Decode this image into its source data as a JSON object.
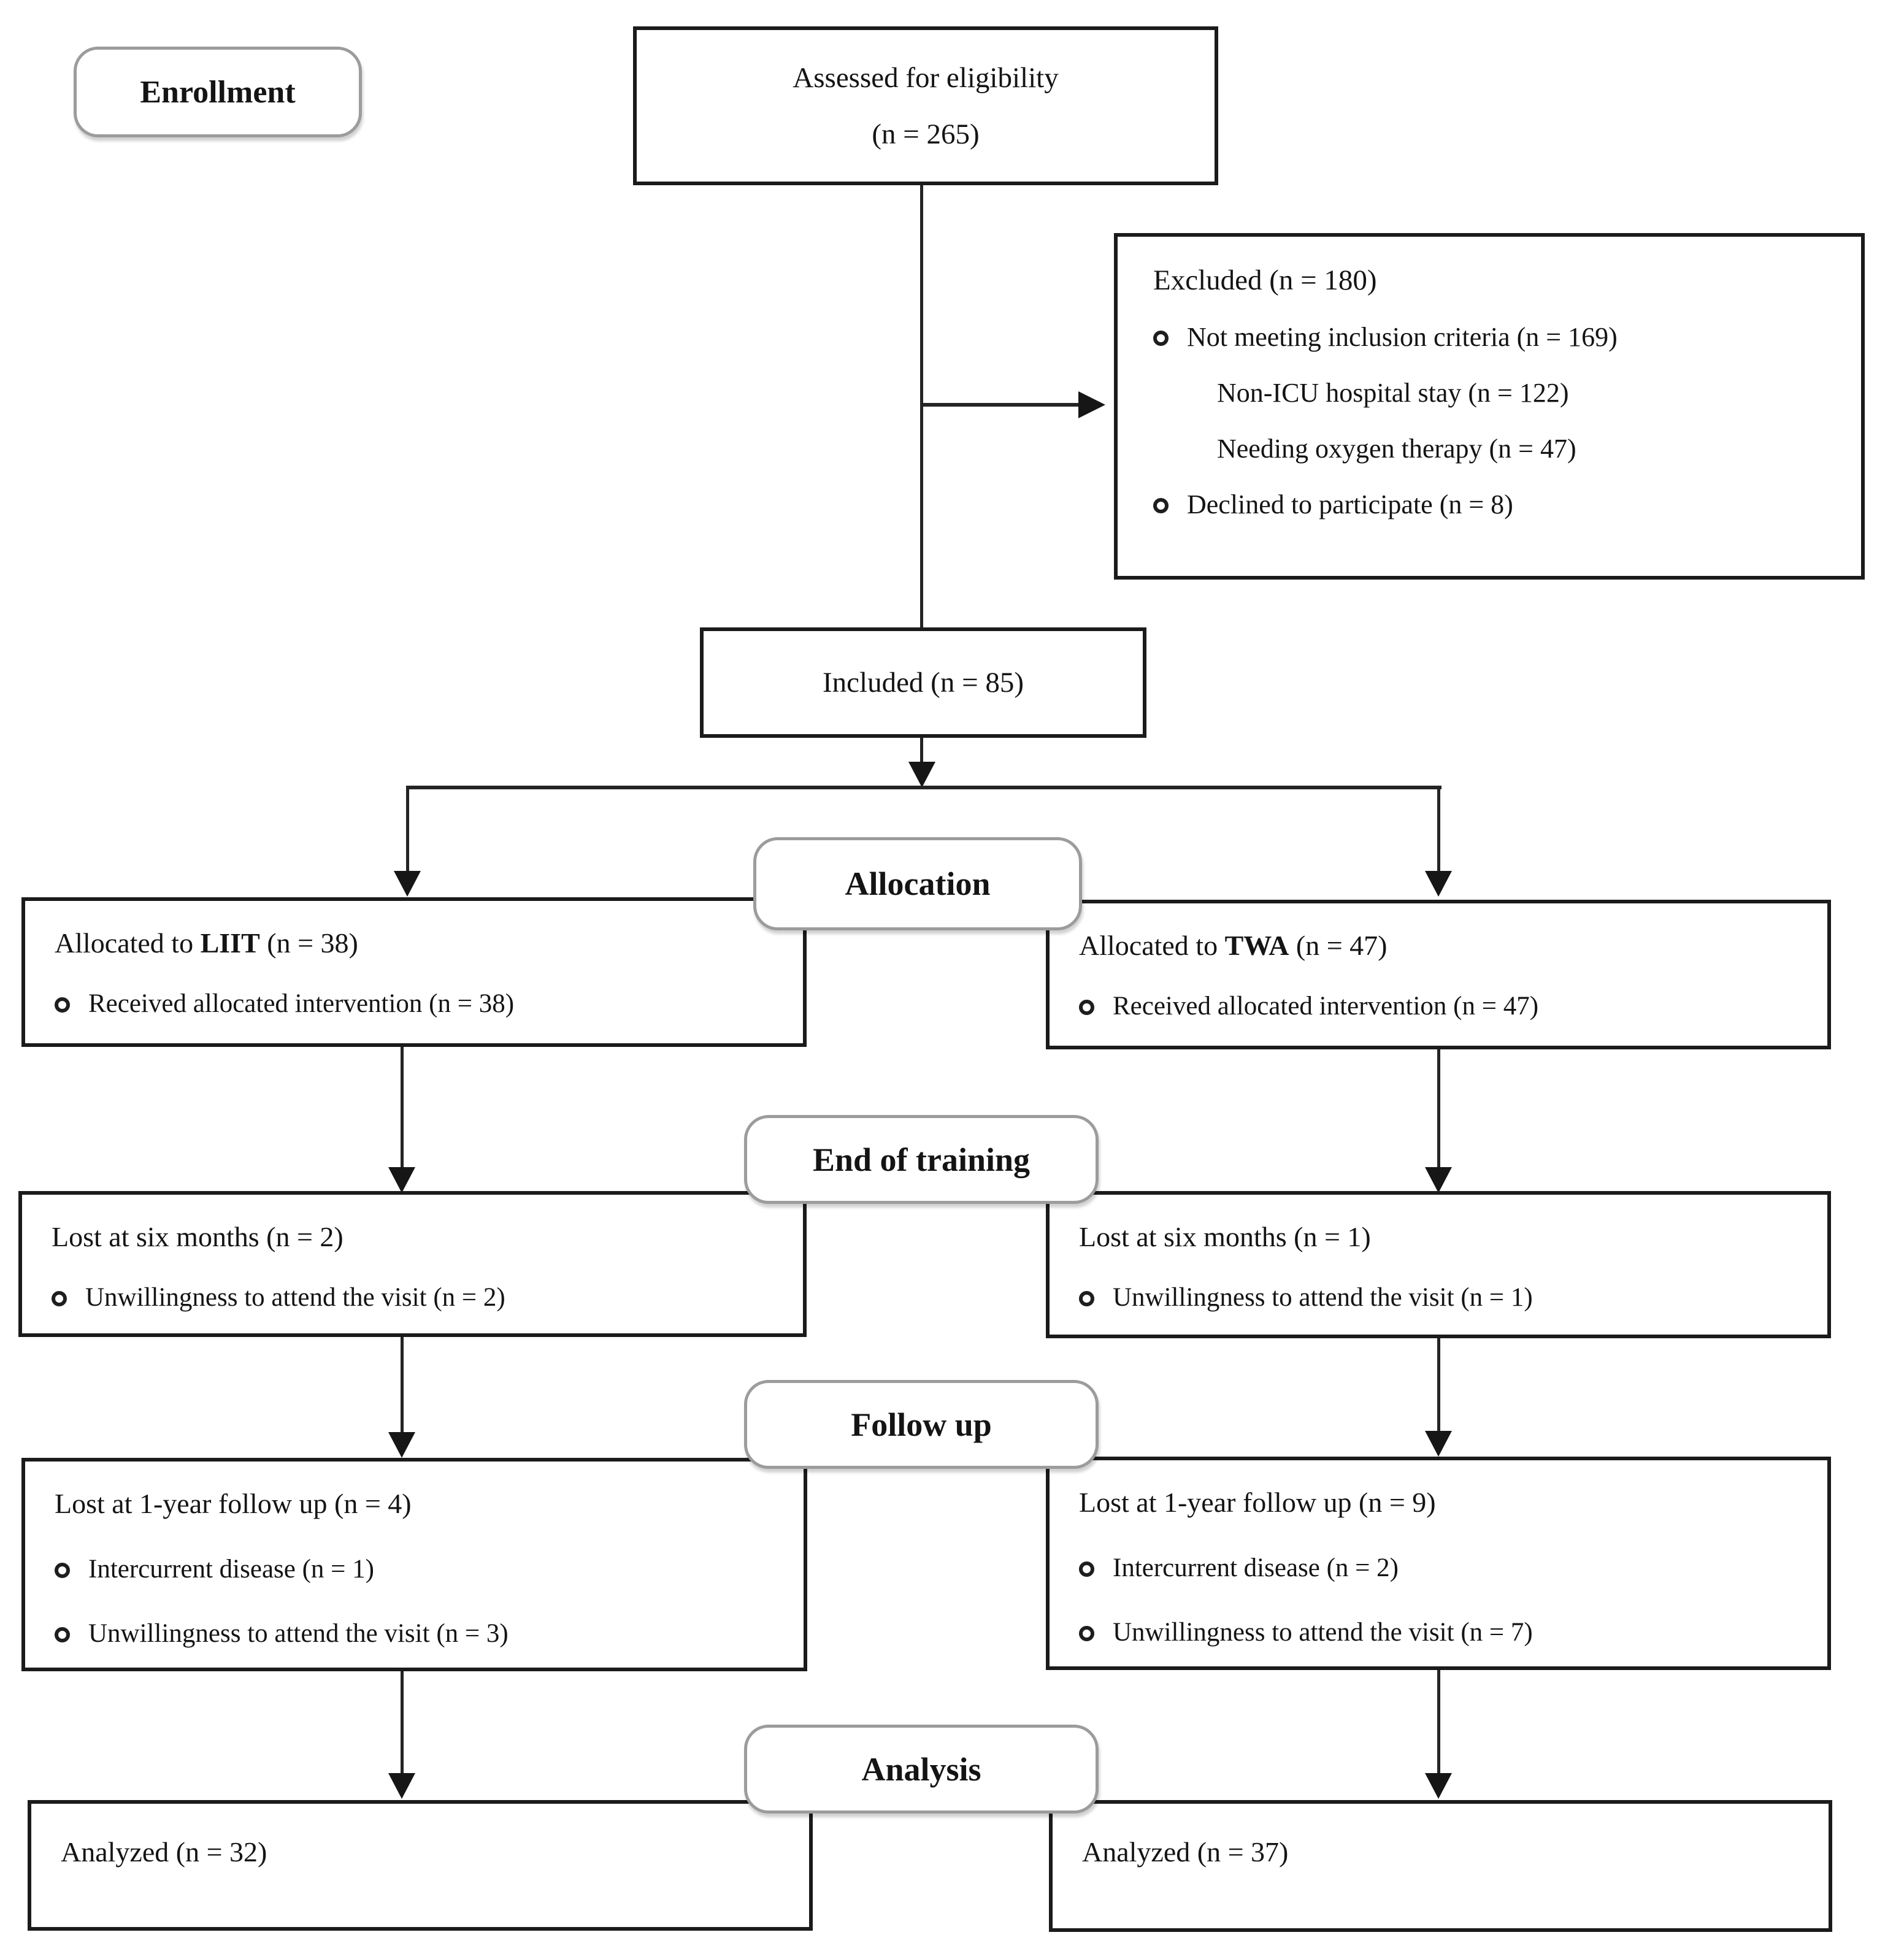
{
  "palette": {
    "background": "#ffffff",
    "box_border": "#1b1b1b",
    "pill_border": "#9c9c9c",
    "line": "#242424",
    "text": "#141414"
  },
  "figure": {
    "type": "consort-flow-diagram",
    "stages": {
      "enrollment": "Enrollment",
      "allocation": "Allocation",
      "end_of_training": "End of training",
      "follow_up": "Follow up",
      "analysis": "Analysis"
    },
    "assessed": {
      "line1": "Assessed for eligibility",
      "line2": "(n = 265)"
    },
    "excluded": {
      "title": "Excluded (n = 180)",
      "items": [
        {
          "bullet": true,
          "indent": 0,
          "text": "Not meeting inclusion criteria (n = 169)"
        },
        {
          "bullet": false,
          "indent": 1,
          "text": "Non-ICU hospital stay (n = 122)"
        },
        {
          "bullet": false,
          "indent": 1,
          "text": "Needing oxygen therapy (n = 47)"
        },
        {
          "bullet": true,
          "indent": 0,
          "text": "Declined to participate (n = 8)"
        }
      ]
    },
    "included": "Included (n = 85)",
    "left": {
      "allocated": {
        "prefix": "Allocated to ",
        "group": "LIIT",
        "suffix": " (n = 38)",
        "bullets": [
          "Received allocated intervention (n = 38)"
        ]
      },
      "lost_training": {
        "title": "Lost at six months (n = 2)",
        "bullets": [
          "Unwillingness to attend the visit (n = 2)"
        ]
      },
      "lost_followup": {
        "title": "Lost at 1-year follow up (n = 4)",
        "bullets": [
          "Intercurrent disease (n = 1)",
          "Unwillingness to attend the visit (n = 3)"
        ]
      },
      "analyzed": {
        "title": "Analyzed (n = 32)"
      }
    },
    "right": {
      "allocated": {
        "prefix": "Allocated to ",
        "group": "TWA",
        "suffix": " (n = 47)",
        "bullets": [
          "Received allocated intervention (n = 47)"
        ]
      },
      "lost_training": {
        "title": "Lost at six months (n = 1)",
        "bullets": [
          "Unwillingness to attend the visit (n = 1)"
        ]
      },
      "lost_followup": {
        "title": "Lost at 1-year follow up (n = 9)",
        "bullets": [
          "Intercurrent disease (n = 2)",
          "Unwillingness to attend the visit (n = 7)"
        ]
      },
      "analyzed": {
        "title": "Analyzed (n = 37)"
      }
    }
  }
}
